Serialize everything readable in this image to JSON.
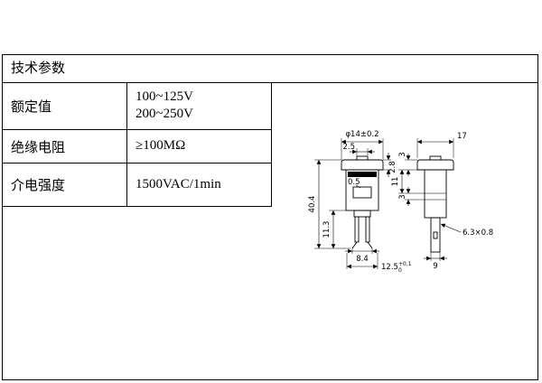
{
  "table": {
    "header": "技术参数",
    "rows": [
      {
        "label": "额定值",
        "value_lines": [
          "100~125V",
          "200~250V"
        ]
      },
      {
        "label": "绝缘电阻",
        "value_lines": [
          "≥100MΩ"
        ]
      },
      {
        "label": "介电强度",
        "value_lines": [
          "1500VAC/1min"
        ]
      }
    ]
  },
  "drawing": {
    "front": {
      "dim_diameter": "φ14±0.2",
      "dim_lens_width": "2.5",
      "dim_cap_height": "2.8",
      "dim_wall": "0.5",
      "dim_total_height": "40.4",
      "dim_leg_height": "11.3",
      "dim_leg_span": "8.4",
      "dim_mount": "12.5",
      "dim_mount_tol_plus": "+0.1",
      "dim_mount_tol_minus": "0"
    },
    "side": {
      "dim_width": "17",
      "dim_flange_height": "3",
      "dim_body_upper": "11",
      "dim_lower_step": "3",
      "dim_terminal": "6.3×0.8",
      "dim_tab_width": "9"
    }
  }
}
